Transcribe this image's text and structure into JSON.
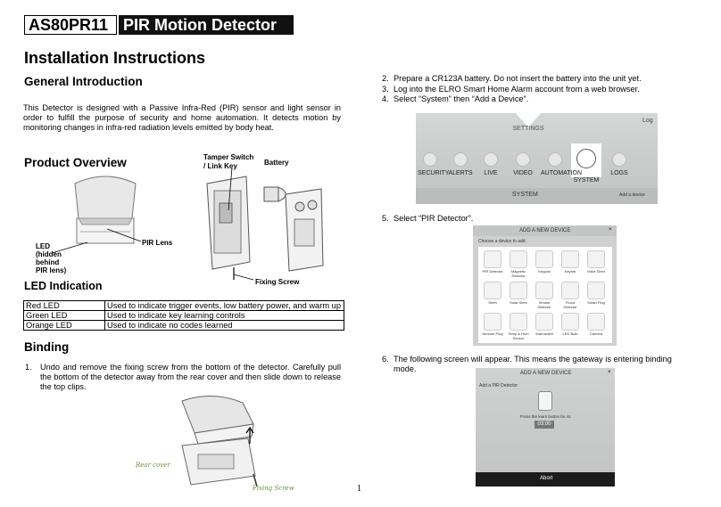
{
  "header": {
    "model": "AS80PR11",
    "product": "PIR Motion Detector"
  },
  "title": "Installation Instructions",
  "general": {
    "heading": "General Introduction",
    "text": "This Detector is designed with a Passive Infra-Red (PIR) sensor and light sensor in order to fulfill the purpose of security and home automation. It detects motion by monitoring changes in infra-red radiation levels emitted by body heat."
  },
  "overview": {
    "heading": "Product Overview",
    "labels": {
      "tamper": "Tamper Switch / Link Key",
      "battery": "Battery",
      "pir_lens": "PIR Lens",
      "led": "LED (hidden behind PIR lens)",
      "fixing_screw": "Fixing Screw"
    }
  },
  "led_indication": {
    "heading": "LED Indication",
    "rows": [
      {
        "led": "Red LED",
        "desc": "Used to indicate trigger events, low battery power, and warm up"
      },
      {
        "led": "Green LED",
        "desc": "Used to indicate key learning controls"
      },
      {
        "led": "Orange LED",
        "desc": "Used to indicate no codes learned"
      }
    ]
  },
  "binding": {
    "heading": "Binding",
    "step1_num": "1.",
    "step1": "Undo and remove the fixing screw from the bottom of the detector. Carefully pull the bottom of the detector away from the rear cover and then slide down to release the top clips.",
    "rear_cover": "Rear cover",
    "fixing_screw": "Fixing Screw"
  },
  "steps": [
    {
      "num": "2.",
      "text": "Prepare a CR123A battery. Do not insert the battery into the unit yet."
    },
    {
      "num": "3.",
      "text": "Log into the ELRO Smart Home Alarm account from a web browser."
    },
    {
      "num": "4.",
      "text": "Select “System” then “Add a Device”."
    },
    {
      "num": "5.",
      "text": "Select “PIR Detector”."
    },
    {
      "num": "6.",
      "text": "The following screen will appear. This means the gateway is entering binding mode."
    }
  ],
  "settings_screen": {
    "settings_label": "SETTINGS",
    "logout": "Log",
    "menu": [
      "SECURITY",
      "ALERTS",
      "LIVE",
      "VIDEO",
      "AUTOMATION",
      "SYSTEM",
      "LOGS"
    ],
    "system_bar": "SYSTEM",
    "add_device": "Add a device"
  },
  "add_device_screen": {
    "title": "ADD A NEW DEVICE",
    "choose": "Choose a device to add",
    "devices": [
      "PIR Detector",
      "Magnetic Detector",
      "Keypad",
      "Keyfob",
      "Voice Siren",
      "Siren",
      "Solar Siren",
      "Smoke Detector",
      "Flood Detector",
      "Smart Plug",
      "Dimmer Plug",
      "Temp & Hum Sensor",
      "Wall switch",
      "LED Bulb",
      "Camera"
    ]
  },
  "binding_screen": {
    "title": "ADD A NEW DEVICE",
    "subtitle": "Add a PIR Detector",
    "instruction": "Press the learn button for 4s",
    "timer": "03:00",
    "abort": "Abort"
  },
  "page_number": "1",
  "colors": {
    "header_bg": "#111111",
    "screen_bg": "#c9cccb",
    "system_highlight": "#ffffff"
  }
}
